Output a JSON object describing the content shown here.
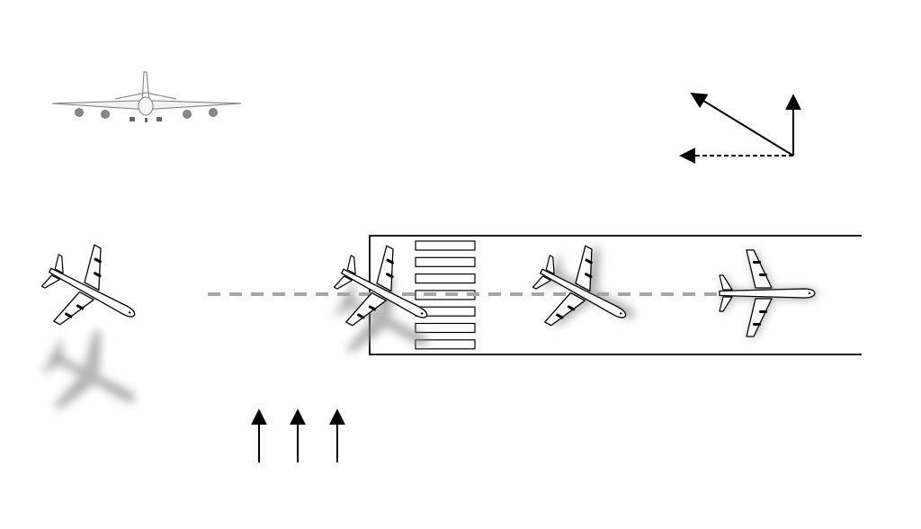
{
  "diagram": {
    "elements": [
      {
        "id": "front-view-aircraft",
        "kind": "aircraft-front-view"
      },
      {
        "id": "vector-diagram",
        "kind": "vector-triangle",
        "vectors": [
          "resultant-arrow",
          "vertical-arrow",
          "horizontal-dashed-arrow"
        ]
      },
      {
        "id": "runway",
        "kind": "runway-outline",
        "stripe_count": 7
      },
      {
        "id": "centerline",
        "kind": "dashed-line"
      },
      {
        "id": "aircraft-approach",
        "kind": "aircraft-top-view",
        "heading": "crabbed",
        "has_shadow": true
      },
      {
        "id": "aircraft-threshold",
        "kind": "aircraft-top-view",
        "heading": "crabbed",
        "has_shadow": true
      },
      {
        "id": "aircraft-touchdown",
        "kind": "aircraft-top-view",
        "heading": "crabbed",
        "has_shadow": true
      },
      {
        "id": "aircraft-aligned",
        "kind": "aircraft-top-view",
        "heading": "aligned",
        "has_shadow": true
      },
      {
        "id": "wind-arrows",
        "kind": "arrow-group",
        "count": 3,
        "direction": "up"
      }
    ]
  },
  "colors": {
    "stroke": "#000000",
    "centerline": "#a6a6a6",
    "shadow": "#8c8c8c",
    "front_view": "#7a7a7a",
    "background": "#ffffff"
  }
}
